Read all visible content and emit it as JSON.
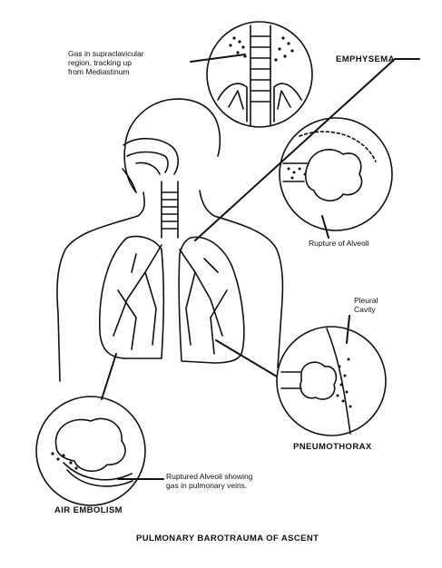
{
  "title": "PULMONARY BAROTRAUMA OF ASCENT",
  "callouts": {
    "emphysema": {
      "heading": "EMPHYSEMA",
      "note_lines": [
        "Gas in supraclavicular",
        "region, tracking up",
        "from Mediastinum"
      ]
    },
    "alveoli_rupture": {
      "note": "Rupture of Alveoli"
    },
    "pneumothorax": {
      "heading": "PNEUMOTHORAX",
      "note_lines": [
        "Pleural",
        "Cavity"
      ]
    },
    "air_embolism": {
      "heading": "AIR EMBOLISM",
      "note_lines": [
        "Ruptured Alveoli showing",
        "gas in pulmonary veins."
      ]
    }
  },
  "colors": {
    "ink": "#111111",
    "paper": "#ffffff"
  }
}
